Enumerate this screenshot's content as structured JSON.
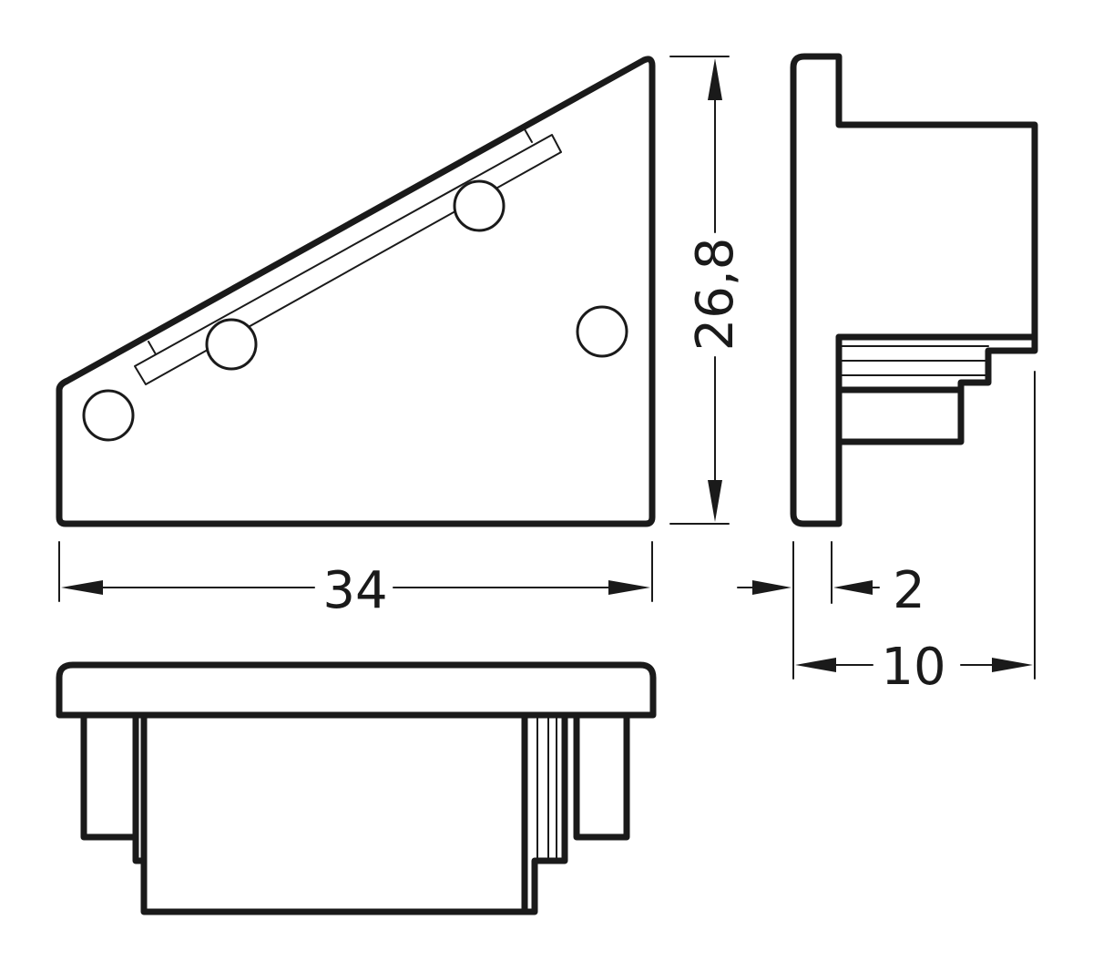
{
  "dimensions": {
    "width": "34",
    "height": "26,8",
    "wall_thickness": "2",
    "depth": "10"
  },
  "colors": {
    "line": "#1a1a1a",
    "background": "#ffffff"
  }
}
